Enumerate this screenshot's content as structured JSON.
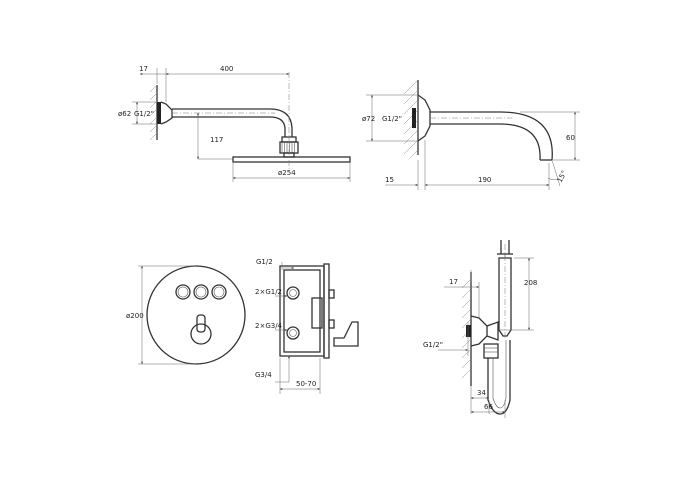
{
  "shower_arm": {
    "offset": "17",
    "reach": "400",
    "thread": "G1/2\"",
    "flange": "ø62",
    "drop": "117",
    "head_diameter": "ø254"
  },
  "spout": {
    "flange": "ø72",
    "thread": "G1/2\"",
    "offset": "15",
    "reach": "190",
    "height": "60",
    "angle": "15°"
  },
  "valve_plate": {
    "diameter": "ø200"
  },
  "valve_body": {
    "inlet_top": "G1/2",
    "outlets_upper": "2×G1/2",
    "outlets_lower": "2×G3/4",
    "inlet_bottom": "G3/4",
    "depth_range": "50-70"
  },
  "hand_shower": {
    "offset": "17",
    "height": "208",
    "thread": "G1/2\"",
    "depth_near": "34",
    "depth_far": "66"
  }
}
